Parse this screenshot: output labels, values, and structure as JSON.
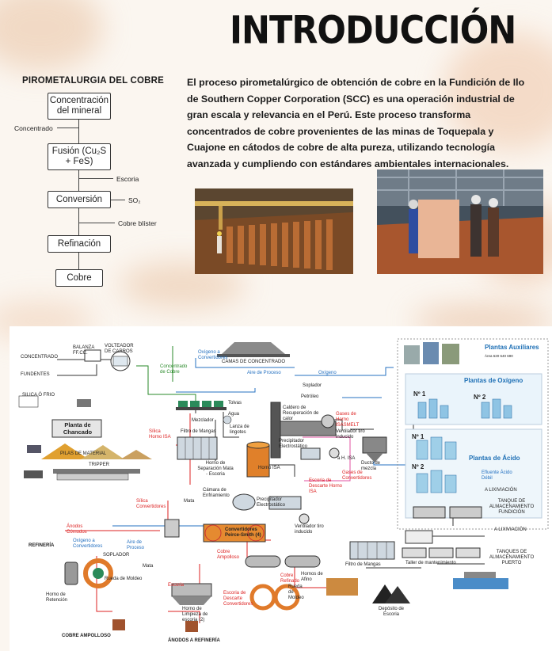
{
  "title": "INTRODUCCIÓN",
  "piro": {
    "heading": "PIROMETALURGIA DEL COBRE",
    "steps": [
      "Concentración del mineral",
      "Fusión (Cu₂S + FeS)",
      "Conversión",
      "Refinación",
      "Cobre"
    ],
    "labels": {
      "concentrado": "Concentrado",
      "escoria": "Escoria",
      "so2": "SO₂",
      "blister": "Cobre blíster"
    }
  },
  "intro_text": "El proceso pirometalúrgico de obtención de cobre en la Fundición de Ilo de Southern Copper Corporation (SCC) es una operación industrial de gran escala y relevancia en el Perú. Este proceso transforma concentrados de cobre provenientes de las minas de Toquepala y Cuajone en cátodos de cobre de alta pureza, utilizando tecnología avanzada y cumpliendo con estándares ambientales internacionales.",
  "diagram": {
    "concentrado": "CONCENTRADO",
    "balanza": "BALANZA FF.CC.",
    "volteador": "VOLTEADOR DE CARROS",
    "fundentes": "FUNDENTES",
    "camas": "CAMAS DE CONCENTRADO",
    "concentrado_cobre": "Concentrado de Cobre",
    "silica": "SILICA Ó FRIO",
    "planta_chancado": "Planta de Chancado",
    "pilas": "PILAS DE MATERIAL",
    "trippers": "TRIPPER",
    "oxigeno_conv": "Oxígeno a Convertidores",
    "aire_proceso": "Aire de Proceso",
    "soplador": "Soplador",
    "petroleo": "Petróleo",
    "oxigeno": "Oxígeno",
    "tolvas": "Tolvas",
    "mezclador": "Mezclador",
    "agua": "Agua",
    "lanza": "Lanza de lingotes",
    "caldero": "Caldero de Recuperación de calor",
    "gases_horno": "Gases de Horno ISASMELT",
    "ventilador_tiro": "Ventilador tiro inducido",
    "precipitador": "Precipitador Electrostático",
    "filtro_mangas_top": "Filtro de Mangas",
    "horno_separacion": "Horno de Separación Mata - Escoria",
    "horno_isa": "Horno ISA",
    "silica_isa": "Sílica Horno ISA",
    "a_h_isa": "a H. ISA",
    "gases_conv": "Gases de Convertidores",
    "escoria_descarte": "Escoria de Descarte Horno ISA",
    "ducto": "Ducto de mezcla",
    "silica_conv": "Sílica Convertidores",
    "mata": "Mata",
    "camara": "Cámara de Enfriamiento",
    "precipitador2": "Precipitador Electrostático",
    "convertidores": "Convertidores Peirce-Smith (4)",
    "ventilador2": "Ventilador tiro inducido",
    "anodos_comodos": "Ánodos Cómodos",
    "refineria": "REFINERÍA",
    "oxigeno_conv2": "Oxígeno a Convertidores",
    "aire_proceso2": "Aire de Proceso",
    "soplador2": "SOPLADOR",
    "cobre_ampolloso": "Cobre Ampolloso",
    "hornos_afino": "Hornos de Afino",
    "filtro_mangas_bottom": "Filtro de Mangas",
    "mata2": "Mata",
    "rueda_moldeo": "Rueda de Moldeo",
    "horno_retencion": "Horno de Retención",
    "escoria": "Escoria",
    "horno_limpieza": "Horno de Limpieza de escoria (2)",
    "escoria_descarte_conv": "Escoria de Descarte Convertidores",
    "cobre_refinado": "Cobre Refinado",
    "rueda_moldeo2": "Rueda de Moldeo",
    "deposito": "Depósito de Escoria",
    "cobre_ampolloso2": "COBRE AMPOLLOSO",
    "anodos_refineria": "ÁNODOS A REFINERÍA",
    "plantas_aux": "Plantas Auxiliares",
    "plantas_aux_sub": "Área 620 640 690",
    "plantas_oxigeno": "Plantas de Oxígeno",
    "no1": "Nº 1",
    "no2": "Nº 2",
    "plantas_acido": "Plantas de Ácido",
    "efluente": "Efluente Ácido Débil",
    "a_lixiviacion": "A LIXIVIACIÓN",
    "tanque_fundicion": "TANQUE DE ALMACENAMIENTO FUNDICIÓN",
    "a_lixiviacion2": "A LIXIVIACIÓN",
    "tanques_puerto": "TANQUES DE ALMACENAMIENTO PUERTO",
    "taller": "Taller de mantenimiento"
  }
}
